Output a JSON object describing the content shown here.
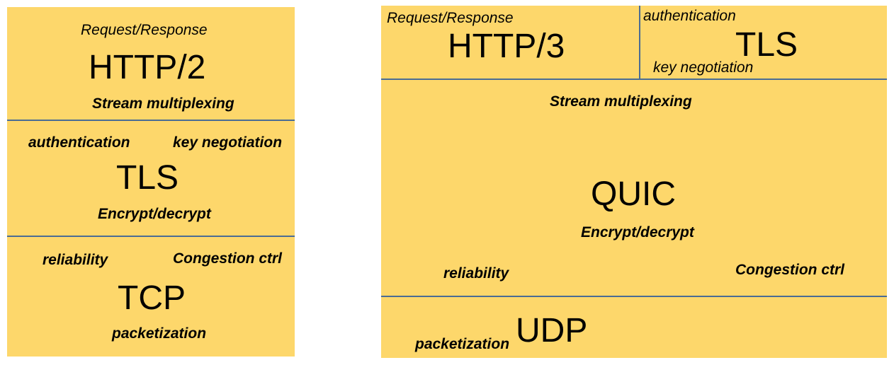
{
  "left_stack": {
    "http2": {
      "name": "HTTP/2",
      "top_note": "Request/Response",
      "bottom_note": "Stream multiplexing"
    },
    "tls": {
      "name": "TLS",
      "left_note": "authentication",
      "right_note": "key negotiation",
      "bottom_note": "Encrypt/decrypt"
    },
    "tcp": {
      "name": "TCP",
      "left_note": "reliability",
      "right_note": "Congestion ctrl",
      "bottom_note": "packetization"
    }
  },
  "right_stack": {
    "http3": {
      "name": "HTTP/3",
      "note": "Request/Response"
    },
    "tls": {
      "name": "TLS",
      "top_note": "authentication",
      "bottom_note": "key negotiation"
    },
    "quic": {
      "name": "QUIC",
      "top_note": "Stream multiplexing",
      "mid_note": "Encrypt/decrypt",
      "left_note": "reliability",
      "right_note": "Congestion ctrl"
    },
    "udp": {
      "name": "UDP",
      "note": "packetization"
    }
  },
  "colors": {
    "layer_fill": "#fdd76b",
    "divider": "#4a6c94"
  }
}
